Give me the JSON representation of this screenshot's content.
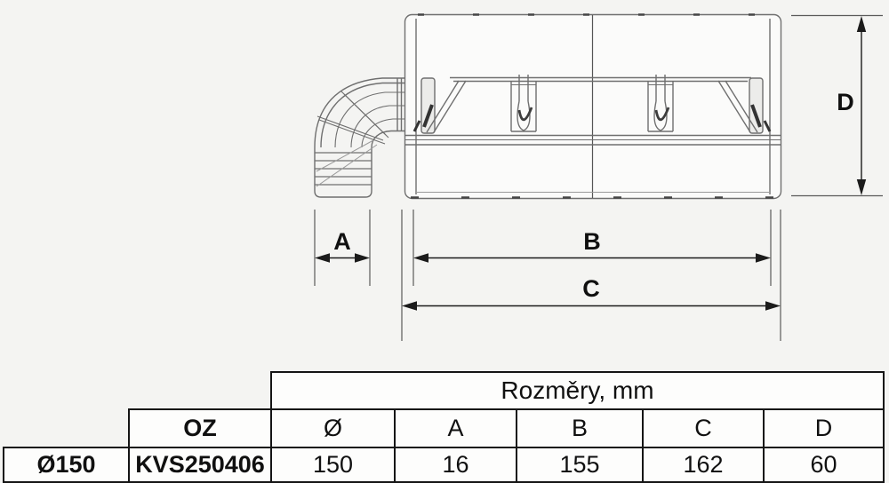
{
  "diagram": {
    "dimension_labels": {
      "a": "A",
      "b": "B",
      "c": "C",
      "d": "D"
    }
  },
  "table": {
    "group_header": "Rozměry, mm",
    "oz_header": "OZ",
    "dim_headers": [
      "Ø",
      "A",
      "B",
      "C",
      "D"
    ],
    "row": {
      "diameter": "Ø150",
      "code": "KVS250406",
      "values": [
        "150",
        "16",
        "155",
        "162",
        "60"
      ]
    }
  },
  "colors": {
    "background": "#f4f4f2",
    "drawing_line": "#6f6f6f",
    "dimension_line": "#5a5a5a",
    "dimension_arrow": "#1b1b1b",
    "table_border": "#151515",
    "table_background": "#fdfdfc"
  }
}
